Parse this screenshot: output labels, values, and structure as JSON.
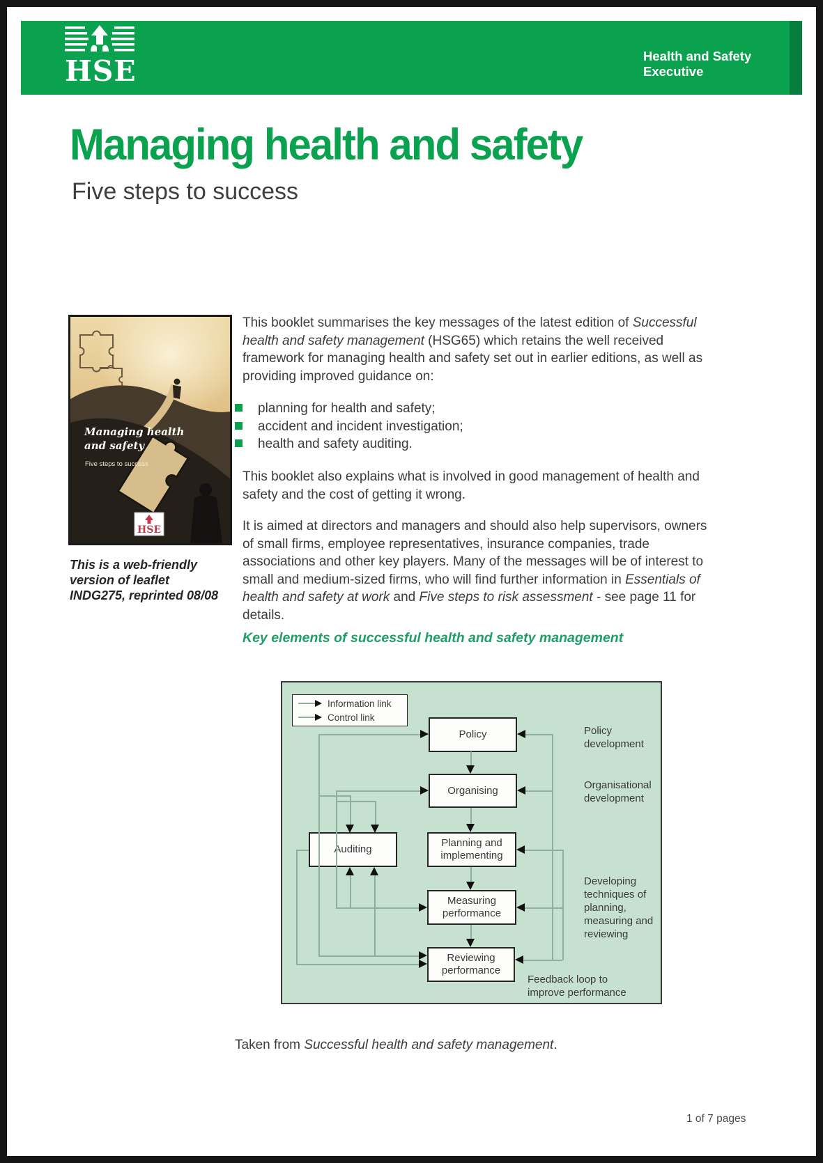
{
  "header": {
    "logo": "HSE",
    "org_line1": "Health and Safety",
    "org_line2": "Executive"
  },
  "masthead": {
    "title": "Managing health and safety",
    "subtitle": "Five steps to success"
  },
  "cover": {
    "title_line1": "Managing health",
    "title_line2": "and safety",
    "subtitle": "Five steps to success",
    "logo": "HSE",
    "caption_line1": "This is a web-friendly",
    "caption_line2": "version of leaflet",
    "caption_line3": "INDG275, reprinted 08/08"
  },
  "intro": {
    "p1": {
      "pre": "This booklet summarises the key messages of the latest edition of ",
      "italic": "Successful health and safety management",
      "post": " (HSG65) which retains the well received framework for managing health and safety set out in earlier editions, as well as providing improved guidance on:"
    },
    "bullets": [
      {
        "label": "planning for health and safety;"
      },
      {
        "label": "accident and incident investigation;"
      },
      {
        "label": "health and safety auditing."
      }
    ],
    "p2": "This booklet also explains what is involved in good management of health and safety and the cost of getting it wrong.",
    "p3": {
      "pre": "It is aimed at directors and managers and should also help supervisors, owners of small firms, employee representatives, insurance companies, trade associations and other key players. Many of the messages will be of interest to small and medium-sized firms, who will find further information in ",
      "italic1": "Essentials of health and safety at work",
      "mid": " and ",
      "italic2": "Five steps to risk assessment",
      "post": " - see page 11 for details."
    }
  },
  "figure": {
    "heading": "Key elements of successful health and safety management",
    "legend": {
      "item1": "Information link",
      "item2": "Control link"
    },
    "boxes": {
      "policy": "Policy",
      "organising": "Organising",
      "planning": "Planning and implementing",
      "measuring": "Measuring performance",
      "reviewing": "Reviewing performance",
      "auditing": "Auditing"
    },
    "labels": {
      "policy_dev": "Policy development",
      "org_dev": "Organisational development",
      "developing": "Developing techniques of planning, measuring and reviewing",
      "feedback": "Feedback loop to improve performance"
    }
  },
  "source_note": {
    "pre": "Taken from ",
    "italic": "Successful health and safety management",
    "post": "."
  },
  "footer": {
    "page_indicator": "1 of 7 pages"
  },
  "colors": {
    "hse_green": "#0aa14f",
    "hse_green_dark": "#077d3e",
    "panel_green": "#c7e1d1",
    "heading_green": "#1f9e68",
    "body_text": "#3c3c3c",
    "cover_red": "#c13a4c"
  }
}
